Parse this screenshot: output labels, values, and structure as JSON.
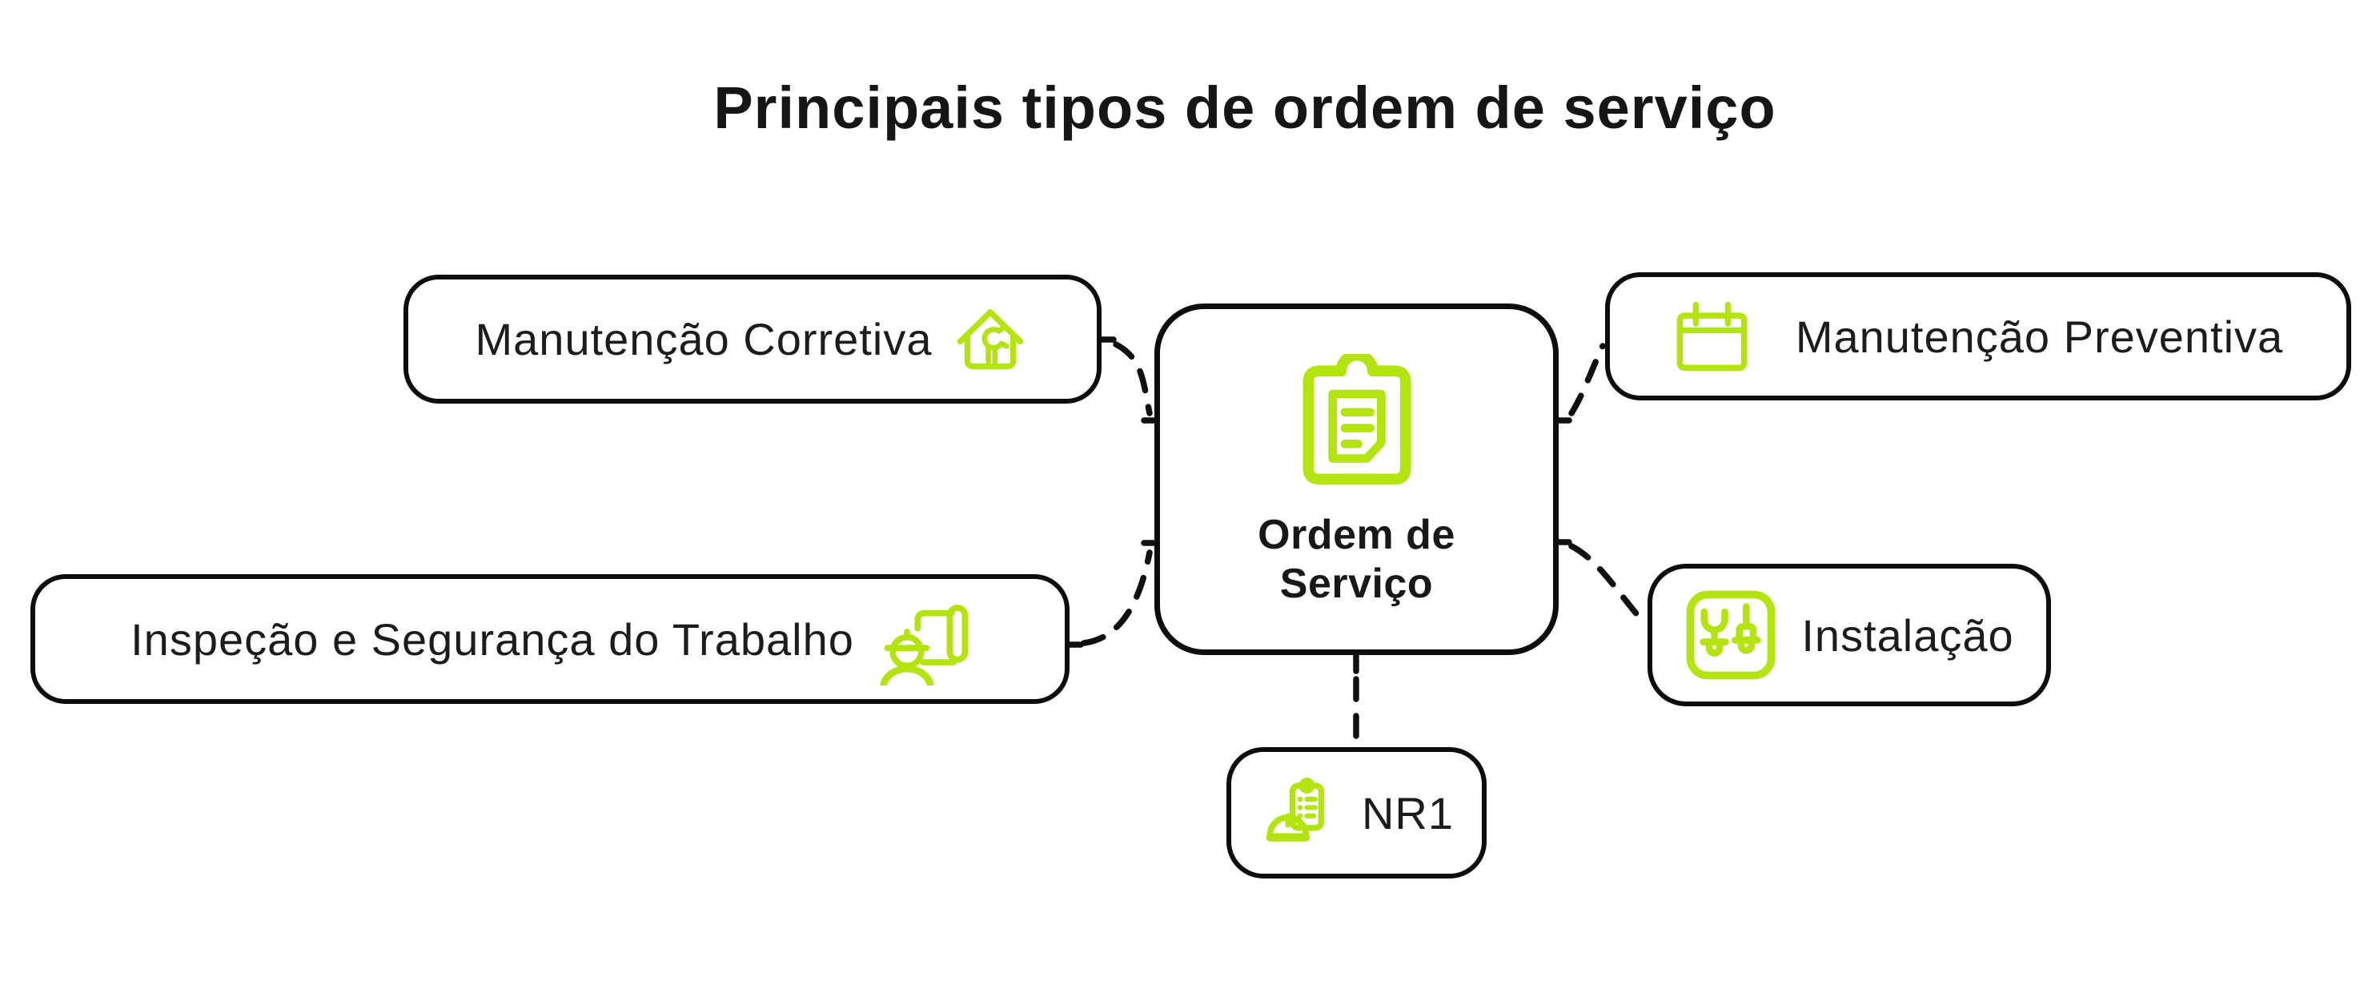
{
  "page": {
    "title": "Principais tipos de ordem de serviço",
    "background": "#ffffff"
  },
  "colors": {
    "accent_lime": "#b3e40f",
    "line_black": "#0d0d0d",
    "text": "#1c1c1c"
  },
  "diagram": {
    "center": {
      "label": "Ordem de Serviço",
      "label_lines": [
        "Ordem de",
        "Serviço"
      ],
      "icon": "clipboard-icon"
    },
    "nodes": [
      {
        "id": "manutencao-corretiva",
        "label": "Manutenção Corretiva",
        "icon": "house-wrench-icon",
        "icon_side": "right",
        "position": "top-left"
      },
      {
        "id": "manutencao-preventiva",
        "label": "Manutenção Preventiva",
        "icon": "calendar-icon",
        "icon_side": "left",
        "position": "top-right"
      },
      {
        "id": "inspecao-seguranca",
        "label": "Inspeção e Segurança do Trabalho",
        "icon": "inspector-plan-icon",
        "icon_side": "right",
        "position": "middle-left"
      },
      {
        "id": "instalacao",
        "label": "Instalação",
        "icon": "tools-icon",
        "icon_side": "left",
        "position": "middle-right"
      },
      {
        "id": "nr1",
        "label": "NR1",
        "icon": "helmet-document-icon",
        "icon_side": "left",
        "position": "bottom"
      }
    ],
    "connector_style": "dashed"
  }
}
